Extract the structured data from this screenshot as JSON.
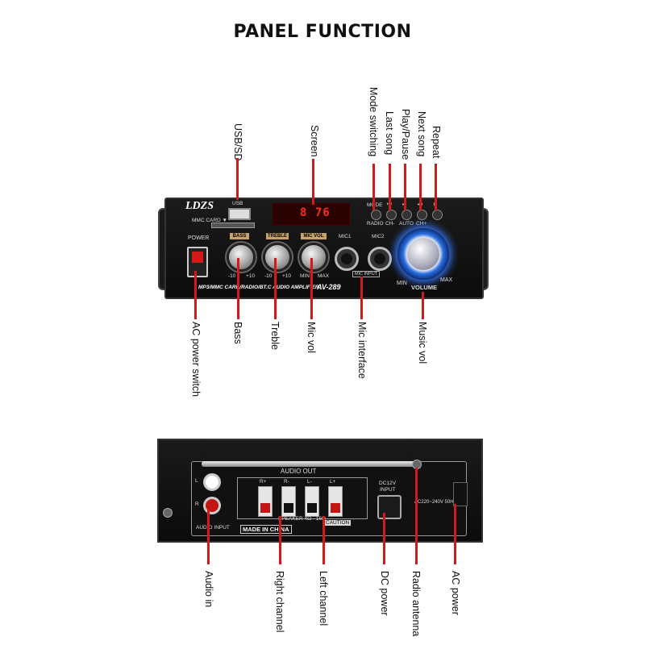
{
  "title": "PANEL FUNCTION",
  "front_panel": {
    "brand": "LDZS",
    "model": "AV-289",
    "usb_label": "USB",
    "mmc_card_label": "MMC CARD ▼",
    "power_label": "POWER",
    "screen_text": "8 76",
    "knobs": [
      {
        "tag": "BASS",
        "min": "-10",
        "max": "+10"
      },
      {
        "tag": "TREBLE",
        "min": "-10",
        "max": "+10"
      },
      {
        "tag": "MIC VOL",
        "min": "MIN",
        "max": "MAX"
      }
    ],
    "mic1_label": "MIC1",
    "mic2_label": "MIC2",
    "mic_input_label": "MIC INPUT",
    "button_top_labels": [
      "MODE",
      "⏮",
      "⏯",
      "⏭",
      "↻"
    ],
    "button_bottom_labels": [
      "RADIO",
      "CH-",
      "AUTO",
      "CH+"
    ],
    "volume_label": "VOLUME",
    "volume_min": "MIN",
    "volume_max": "MAX",
    "strip_text": "MP3/MMC CARD/RADIO/BT.C AUDIO AMPLIFIER"
  },
  "front_callouts_top": [
    "USB/SD",
    "Screen",
    "Mode switching",
    "Last song",
    "Play/Pause",
    "Next song",
    "Repeat"
  ],
  "front_callouts_bottom": [
    "AC power switch",
    "Bass",
    "Treble",
    "Mic vol",
    "Mic interface",
    "Music vol"
  ],
  "back_panel": {
    "audio_out_label": "AUDIO OUT",
    "audio_input_label": "AUDIO INPUT",
    "l_label": "L",
    "r_label": "R",
    "speaker_terminals": [
      "R+",
      "R-",
      "L-",
      "L+"
    ],
    "speaker_label": "SPEAKER 4Ω - 16Ω",
    "made_in": "MADE IN CHINA",
    "caution_label": "CAUTION",
    "dc_label_1": "DC12V",
    "dc_label_2": "INPUT",
    "ac_label": "AC220~240V 50Hz"
  },
  "back_callouts": [
    "Audio in",
    "Right channel",
    "Left channel",
    "DC power",
    "Radio antenna",
    "AC power"
  ],
  "colors": {
    "callout_line": "#d11a1a",
    "panel": "#111111",
    "volume_glow": "#3a7bff"
  }
}
